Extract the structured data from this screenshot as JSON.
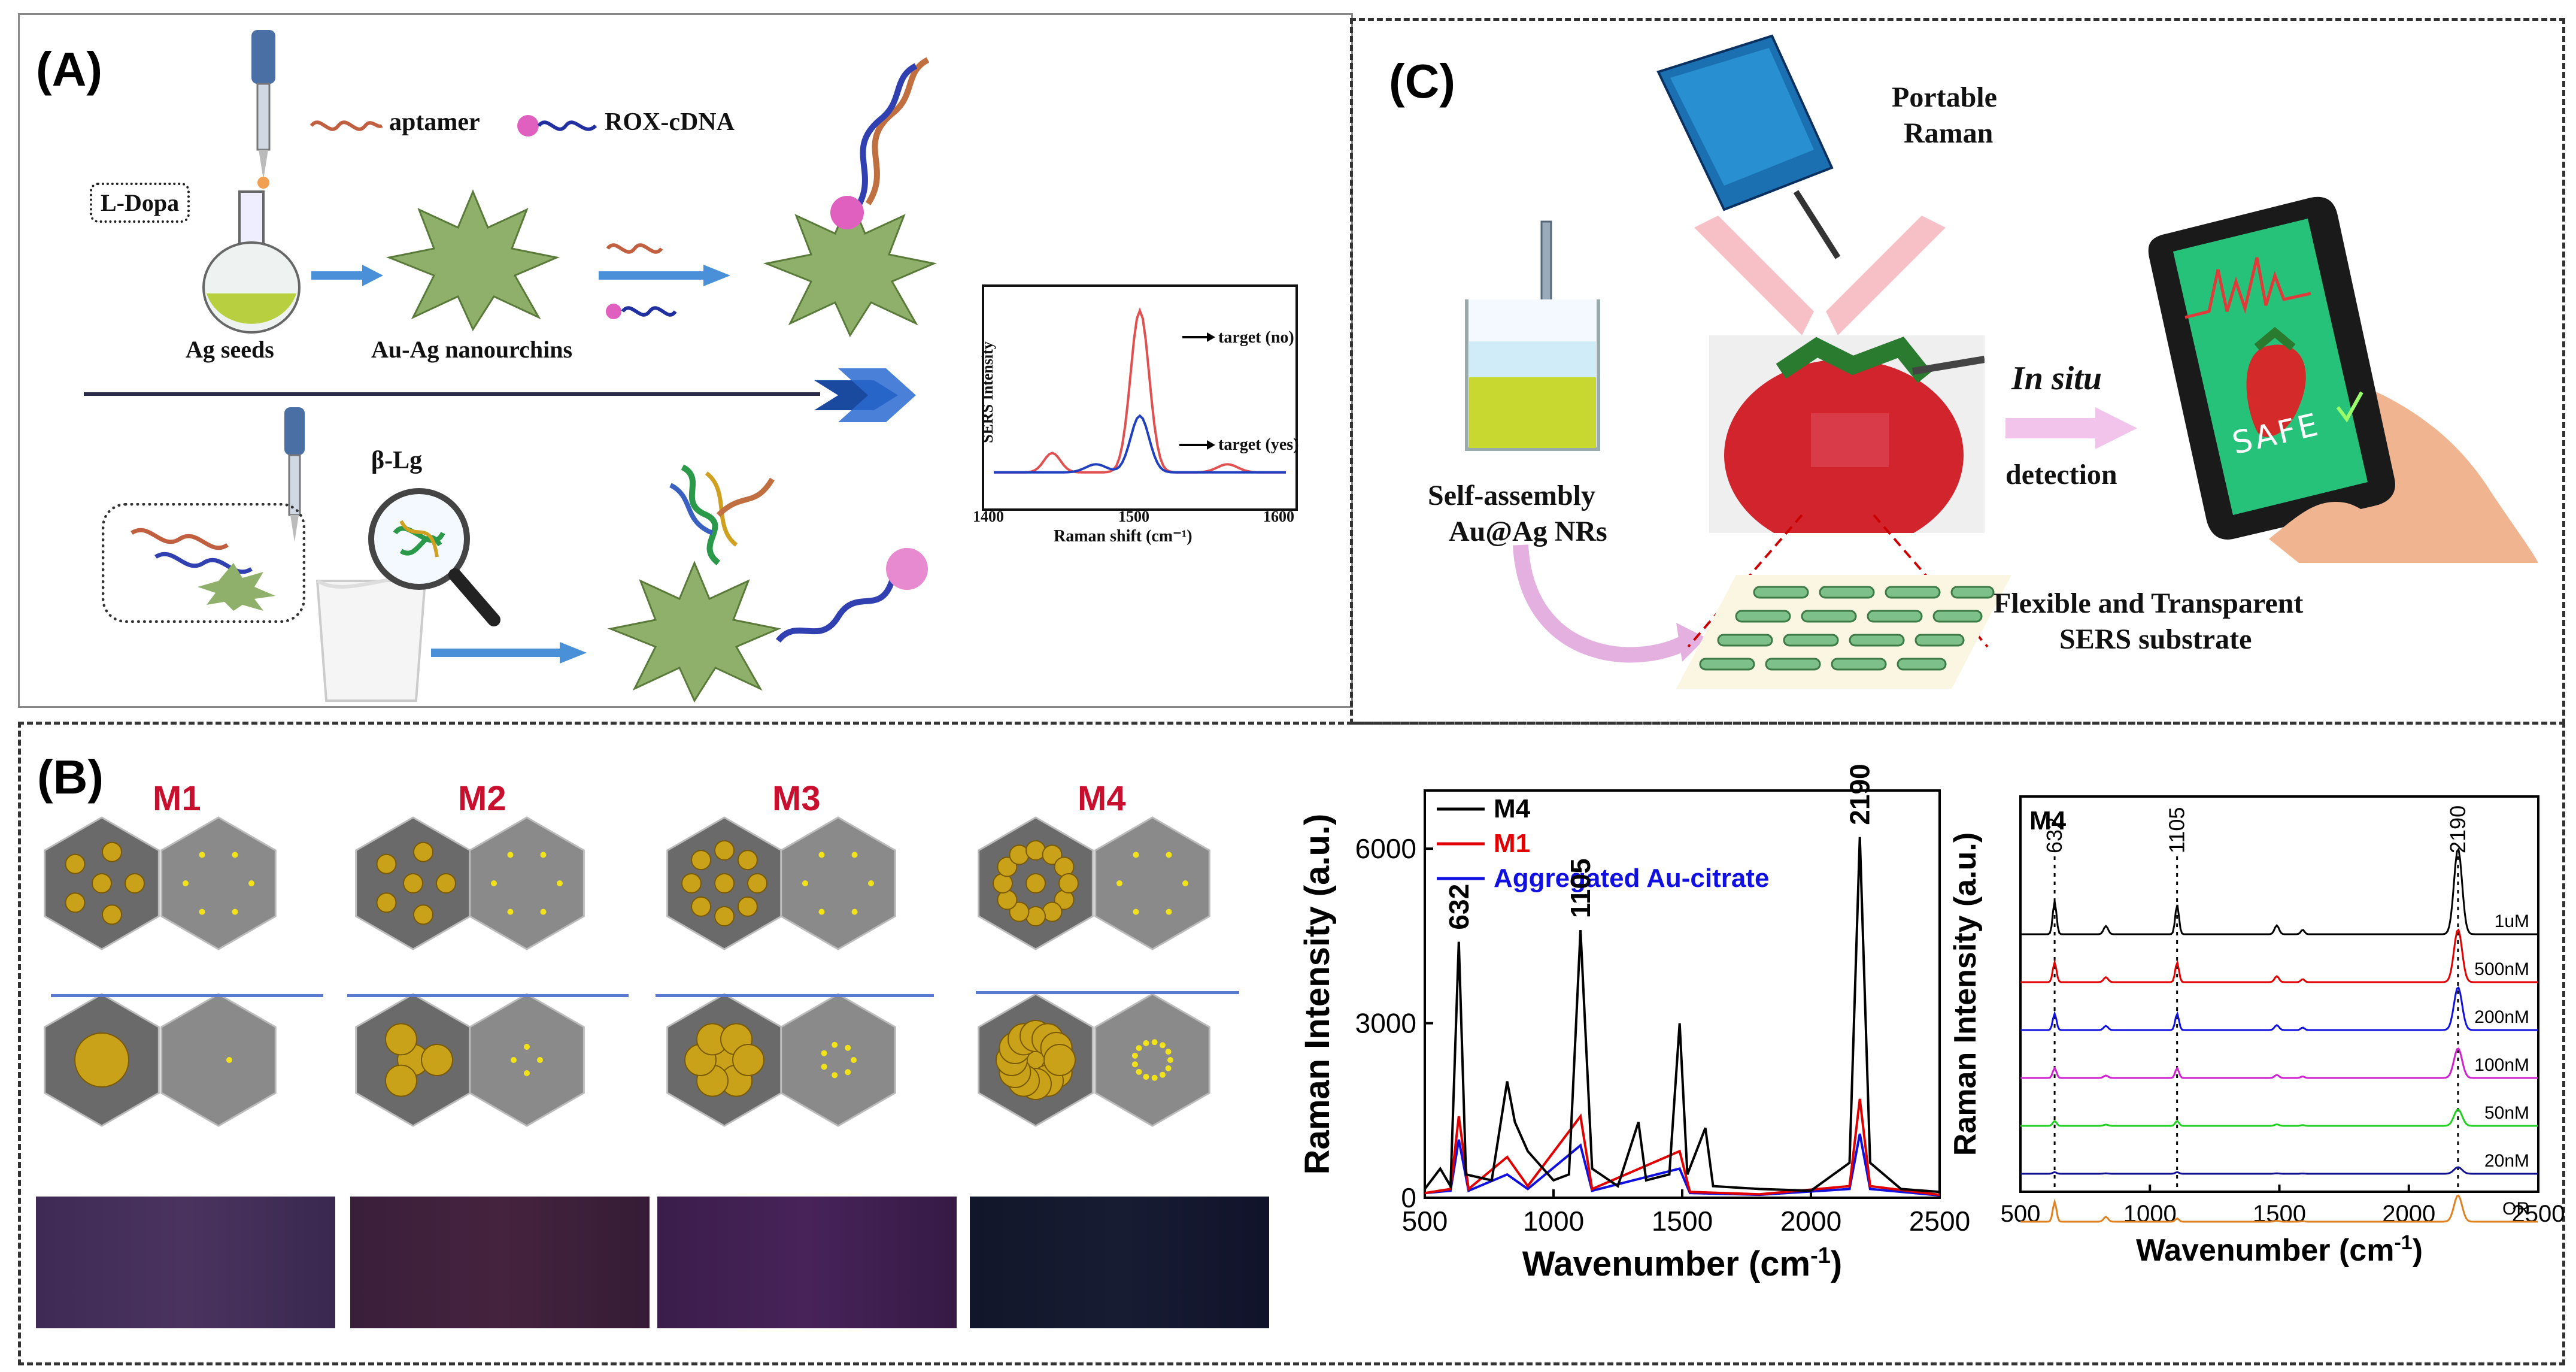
{
  "panelA": {
    "label": "(A)",
    "legend_aptamer": "aptamer",
    "legend_rox": "ROX-cDNA",
    "ldopa": "L-Dopa",
    "ag_seeds": "Ag seeds",
    "nanourchins": "Au-Ag nanourchins",
    "blg": "β-Lg",
    "inset_chart": {
      "type": "line",
      "xlabel": "Raman shift (cm⁻¹)",
      "ylabel": "SERS Intensity",
      "xlim": [
        1400,
        1600
      ],
      "xticks": [
        1400,
        1500,
        1600
      ],
      "series": [
        {
          "name": "target (no)",
          "color": "#e05050",
          "peak": 1500,
          "peak_height": 1.0
        },
        {
          "name": "target (yes)",
          "color": "#2040c0",
          "peak": 1500,
          "peak_height": 0.35
        }
      ]
    }
  },
  "panelC": {
    "label": "(C)",
    "portable": [
      "Portable",
      "Raman"
    ],
    "self_assembly": [
      "Self-assembly",
      "Au@Ag NRs"
    ],
    "in_situ": "In situ",
    "detection": "detection",
    "substrate": [
      "Flexible and Transparent",
      "SERS substrate"
    ],
    "safe": "SAFE"
  },
  "panelB": {
    "label": "(B)",
    "models": [
      "M1",
      "M2",
      "M3",
      "M4"
    ],
    "colors": {
      "black": "#000000",
      "red": "#e00000",
      "blue": "#1010e0",
      "magenta": "#d020d0",
      "green": "#20d020",
      "navy": "#101090",
      "orange": "#e08020"
    },
    "chart_data": [
      {
        "type": "line",
        "xlabel": "Wavenumber (cm-1)",
        "ylabel": "Raman Intensity (a.u.)",
        "xlim": [
          500,
          2500
        ],
        "ylim": [
          0,
          7000
        ],
        "xticks": [
          500,
          1000,
          1500,
          2000,
          2500
        ],
        "yticks": [
          0,
          3000,
          6000
        ],
        "annotations": [
          "632",
          "1105",
          "2190"
        ],
        "annotation_x": [
          632,
          1105,
          2190
        ],
        "series": [
          {
            "name": "M4",
            "color": "#000000",
            "points": [
              [
                500,
                150
              ],
              [
                560,
                500
              ],
              [
                600,
                200
              ],
              [
                632,
                4400
              ],
              [
                660,
                400
              ],
              [
                760,
                300
              ],
              [
                820,
                2000
              ],
              [
                850,
                1300
              ],
              [
                900,
                800
              ],
              [
                1000,
                300
              ],
              [
                1060,
                400
              ],
              [
                1105,
                4600
              ],
              [
                1150,
                500
              ],
              [
                1250,
                200
              ],
              [
                1330,
                1300
              ],
              [
                1360,
                300
              ],
              [
                1450,
                400
              ],
              [
                1490,
                3000
              ],
              [
                1520,
                400
              ],
              [
                1590,
                1200
              ],
              [
                1620,
                200
              ],
              [
                1800,
                150
              ],
              [
                2000,
                120
              ],
              [
                2150,
                600
              ],
              [
                2190,
                6200
              ],
              [
                2230,
                600
              ],
              [
                2350,
                150
              ],
              [
                2500,
                100
              ]
            ]
          },
          {
            "name": "M1",
            "color": "#e00000",
            "points": [
              [
                500,
                80
              ],
              [
                600,
                150
              ],
              [
                632,
                1400
              ],
              [
                670,
                150
              ],
              [
                820,
                700
              ],
              [
                900,
                200
              ],
              [
                1105,
                1400
              ],
              [
                1150,
                150
              ],
              [
                1490,
                800
              ],
              [
                1530,
                100
              ],
              [
                1800,
                60
              ],
              [
                2150,
                200
              ],
              [
                2190,
                1700
              ],
              [
                2230,
                200
              ],
              [
                2500,
                50
              ]
            ]
          },
          {
            "name": "Aggregated Au-citrate",
            "color": "#1010e0",
            "points": [
              [
                500,
                80
              ],
              [
                600,
                120
              ],
              [
                632,
                1000
              ],
              [
                670,
                120
              ],
              [
                820,
                400
              ],
              [
                900,
                150
              ],
              [
                1105,
                900
              ],
              [
                1150,
                120
              ],
              [
                1490,
                500
              ],
              [
                1530,
                80
              ],
              [
                1800,
                50
              ],
              [
                2150,
                150
              ],
              [
                2190,
                1100
              ],
              [
                2230,
                150
              ],
              [
                2500,
                40
              ]
            ]
          }
        ]
      },
      {
        "type": "line",
        "title": "M4",
        "xlabel": "Wavenumber (cm-1)",
        "ylabel": "Raman Intensity (a.u.)",
        "xlim": [
          500,
          2500
        ],
        "xticks": [
          500,
          1000,
          1500,
          2000,
          2500
        ],
        "annotations": [
          "632",
          "1105",
          "2190"
        ],
        "annotation_x": [
          632,
          1105,
          2190
        ],
        "series": [
          {
            "name": "1uM",
            "color": "#000000",
            "peaks": [
              1.0,
              0.9,
              2.6
            ]
          },
          {
            "name": "500nM",
            "color": "#e00000",
            "peaks": [
              0.6,
              0.6,
              1.6
            ]
          },
          {
            "name": "200nM",
            "color": "#1010e0",
            "peaks": [
              0.5,
              0.5,
              1.3
            ]
          },
          {
            "name": "100nM",
            "color": "#d020d0",
            "peaks": [
              0.3,
              0.3,
              0.9
            ]
          },
          {
            "name": "50nM",
            "color": "#20d020",
            "peaks": [
              0.15,
              0.15,
              0.5
            ]
          },
          {
            "name": "20nM",
            "color": "#101090",
            "peaks": [
              0.05,
              0.05,
              0.2
            ]
          },
          {
            "name": "OR",
            "color": "#e08020",
            "peaks": [
              0.6,
              0.1,
              0.8
            ]
          }
        ]
      }
    ]
  }
}
